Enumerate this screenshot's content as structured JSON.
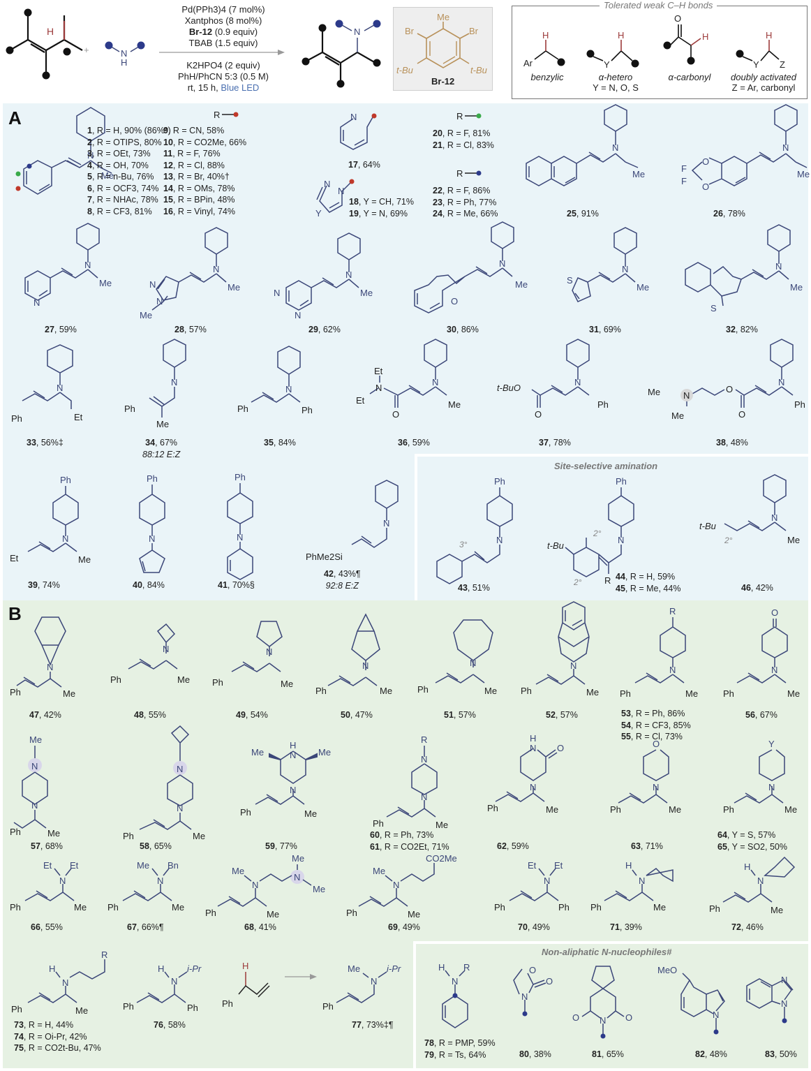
{
  "scheme": {
    "conditions_above": [
      "Pd(PPh3)4 (7 mol%)",
      "Xantphos (8 mol%)",
      "Br-12 (0.9 equiv)",
      "TBAB (1.5 equiv)"
    ],
    "conditions_below": [
      "K2HPO4 (2 equiv)",
      "PhH/PhCN 5:3 (0.5 M)",
      "rt, 15 h,",
      "Blue LED"
    ],
    "plus": "+",
    "reagent_labels": {
      "h": "H",
      "n": "N",
      "nh_h": "H"
    },
    "br12": {
      "name": "Br-12",
      "me": "Me",
      "br_left": "Br",
      "br_right": "Br",
      "tbu_left": "t-Bu",
      "tbu_right": "t-Bu"
    },
    "tolerated": {
      "title": "Tolerated weak C–H bonds",
      "items": [
        {
          "name": "benzylic",
          "sub": ""
        },
        {
          "name": "α-hetero",
          "sub": "Y = N, O, S"
        },
        {
          "name": "α-carbonyl",
          "sub": ""
        },
        {
          "name": "doubly activated",
          "sub": "Z = Ar, carbonyl"
        }
      ],
      "atoms": {
        "ar": "Ar",
        "h": "H",
        "y": "Y",
        "o": "O",
        "z": "Z"
      }
    }
  },
  "panelA": {
    "letter": "A",
    "r_red": "R",
    "r_green": "R",
    "r_blue": "R",
    "series_col1": [
      {
        "num": "1",
        "text": ", R = H, 90% (86%*)"
      },
      {
        "num": "2",
        "text": ", R = OTIPS, 80%"
      },
      {
        "num": "3",
        "text": ", R = OEt, 73%"
      },
      {
        "num": "4",
        "text": ", R = OH, 70%"
      },
      {
        "num": "5",
        "text": ", R = n-Bu, 76%"
      },
      {
        "num": "6",
        "text": ", R = OCF3, 74%"
      },
      {
        "num": "7",
        "text": ", R = NHAc, 78%"
      },
      {
        "num": "8",
        "text": ", R = CF3, 81%"
      }
    ],
    "series_col2": [
      {
        "num": "9",
        "text": ", R = CN, 58%"
      },
      {
        "num": "10",
        "text": ", R = CO2Me, 66%"
      },
      {
        "num": "11",
        "text": ", R = F, 76%"
      },
      {
        "num": "12",
        "text": ", R = Cl, 88%"
      },
      {
        "num": "13",
        "text": ", R = Br, 40%†"
      },
      {
        "num": "14",
        "text": ", R = OMs, 78%"
      },
      {
        "num": "15",
        "text": ", R = BPin, 48%"
      },
      {
        "num": "16",
        "text": ", R = Vinyl, 74%"
      }
    ],
    "c17": {
      "num": "17",
      "text": ", 64%"
    },
    "c18": {
      "num": "18",
      "text": ", Y = CH, 71%"
    },
    "c19": {
      "num": "19",
      "text": ", Y = N, 69%"
    },
    "c20": {
      "num": "20",
      "text": ", R = F, 81%"
    },
    "c21": {
      "num": "21",
      "text": ", R = Cl, 83%"
    },
    "c22": {
      "num": "22",
      "text": ", R = F, 86%"
    },
    "c23": {
      "num": "23",
      "text": ", R = Ph, 77%"
    },
    "c24": {
      "num": "24",
      "text": ", R = Me, 66%"
    },
    "compounds": [
      {
        "num": "25",
        "text": ", 91%"
      },
      {
        "num": "26",
        "text": ", 78%"
      },
      {
        "num": "27",
        "text": ", 59%"
      },
      {
        "num": "28",
        "text": ", 57%"
      },
      {
        "num": "29",
        "text": ", 62%"
      },
      {
        "num": "30",
        "text": ", 86%"
      },
      {
        "num": "31",
        "text": ", 69%"
      },
      {
        "num": "32",
        "text": ", 82%"
      },
      {
        "num": "33",
        "text": ", 56%‡"
      },
      {
        "num": "34",
        "text": ", 67%",
        "extra": "88:12 E:Z"
      },
      {
        "num": "35",
        "text": ", 84%"
      },
      {
        "num": "36",
        "text": ", 59%"
      },
      {
        "num": "37",
        "text": ", 78%"
      },
      {
        "num": "38",
        "text": ", 48%"
      },
      {
        "num": "39",
        "text": ", 74%"
      },
      {
        "num": "40",
        "text": ", 84%"
      },
      {
        "num": "41",
        "text": ", 70%§"
      },
      {
        "num": "42",
        "text": ", 43%¶",
        "extra": "92:8 E:Z"
      }
    ],
    "site_selective": {
      "title": "Site-selective amination",
      "c43": {
        "num": "43",
        "text": ", 51%"
      },
      "c44": {
        "num": "44",
        "text": ", R = H, 59%"
      },
      "c45": {
        "num": "45",
        "text": ", R = Me, 44%"
      },
      "c46": {
        "num": "46",
        "text": ", 42%"
      },
      "marks": {
        "tertiary": "3°",
        "secondary": "2°"
      }
    },
    "atoms": {
      "n": "N",
      "me": "Me",
      "et": "Et",
      "ph": "Ph",
      "o": "O",
      "s": "S",
      "f": "F",
      "tbuo": "t-BuO",
      "tbu": "t-Bu",
      "si": "PhMe2Si",
      "y": "Y",
      "r": "R"
    }
  },
  "panelB": {
    "letter": "B",
    "compounds": [
      {
        "num": "47",
        "text": ", 42%"
      },
      {
        "num": "48",
        "text": ", 55%"
      },
      {
        "num": "49",
        "text": ", 54%"
      },
      {
        "num": "50",
        "text": ", 47%"
      },
      {
        "num": "51",
        "text": ", 57%"
      },
      {
        "num": "52",
        "text": ", 57%"
      },
      {
        "num": "56",
        "text": ", 67%"
      },
      {
        "num": "57",
        "text": ", 68%"
      },
      {
        "num": "58",
        "text": ", 65%"
      },
      {
        "num": "59",
        "text": ", 77%"
      },
      {
        "num": "62",
        "text": ", 59%"
      },
      {
        "num": "63",
        "text": ", 71%"
      },
      {
        "num": "66",
        "text": ", 55%"
      },
      {
        "num": "67",
        "text": ", 66%¶"
      },
      {
        "num": "68",
        "text": ", 41%"
      },
      {
        "num": "69",
        "text": ", 49%"
      },
      {
        "num": "70",
        "text": ", 49%"
      },
      {
        "num": "71",
        "text": ", 39%"
      },
      {
        "num": "72",
        "text": ", 46%"
      },
      {
        "num": "76",
        "text": ", 58%"
      },
      {
        "num": "77",
        "text": ", 73%‡¶"
      }
    ],
    "series_53": [
      {
        "num": "53",
        "text": ", R = Ph, 86%"
      },
      {
        "num": "54",
        "text": ", R = CF3, 85%"
      },
      {
        "num": "55",
        "text": ", R = Cl, 73%"
      }
    ],
    "series_60": [
      {
        "num": "60",
        "text": ", R = Ph, 73%"
      },
      {
        "num": "61",
        "text": ", R = CO2Et, 71%"
      }
    ],
    "series_64": [
      {
        "num": "64",
        "text": ", Y = S, 57%"
      },
      {
        "num": "65",
        "text": ", Y = SO2, 50%"
      }
    ],
    "series_73": [
      {
        "num": "73",
        "text": ", R = H, 44%"
      },
      {
        "num": "74",
        "text": ", R = Oi-Pr, 42%"
      },
      {
        "num": "75",
        "text": ", R = CO2t-Bu, 47%"
      }
    ],
    "non_aliphatic": {
      "title": "Non-aliphatic N-nucleophiles#",
      "series_78": [
        {
          "num": "78",
          "text": ", R = PMP, 59%"
        },
        {
          "num": "79",
          "text": ", R = Ts, 64%"
        }
      ],
      "c80": {
        "num": "80",
        "text": ", 38%"
      },
      "c81": {
        "num": "81",
        "text": ", 65%"
      },
      "c82": {
        "num": "82",
        "text": ", 48%"
      },
      "c83": {
        "num": "83",
        "text": ", 50%"
      },
      "meo": "MeO"
    },
    "atoms": {
      "n": "N",
      "me": "Me",
      "ph": "Ph",
      "o": "O",
      "h": "H",
      "r": "R",
      "y": "Y",
      "et": "Et",
      "bn": "Bn",
      "ipr": "i-Pr",
      "co2me": "CO2Me"
    }
  },
  "colors": {
    "structure": "#3b4678",
    "panelA_bg": "#eaf4f8",
    "panelB_bg": "#e6f1e3",
    "ch_highlight": "#9c3a3a",
    "br12": "#b8915a",
    "blue_led": "#4a6fb0",
    "dot_red": "#c0392b",
    "dot_green": "#3aaa4a",
    "dot_blue": "#2c3a8a"
  }
}
